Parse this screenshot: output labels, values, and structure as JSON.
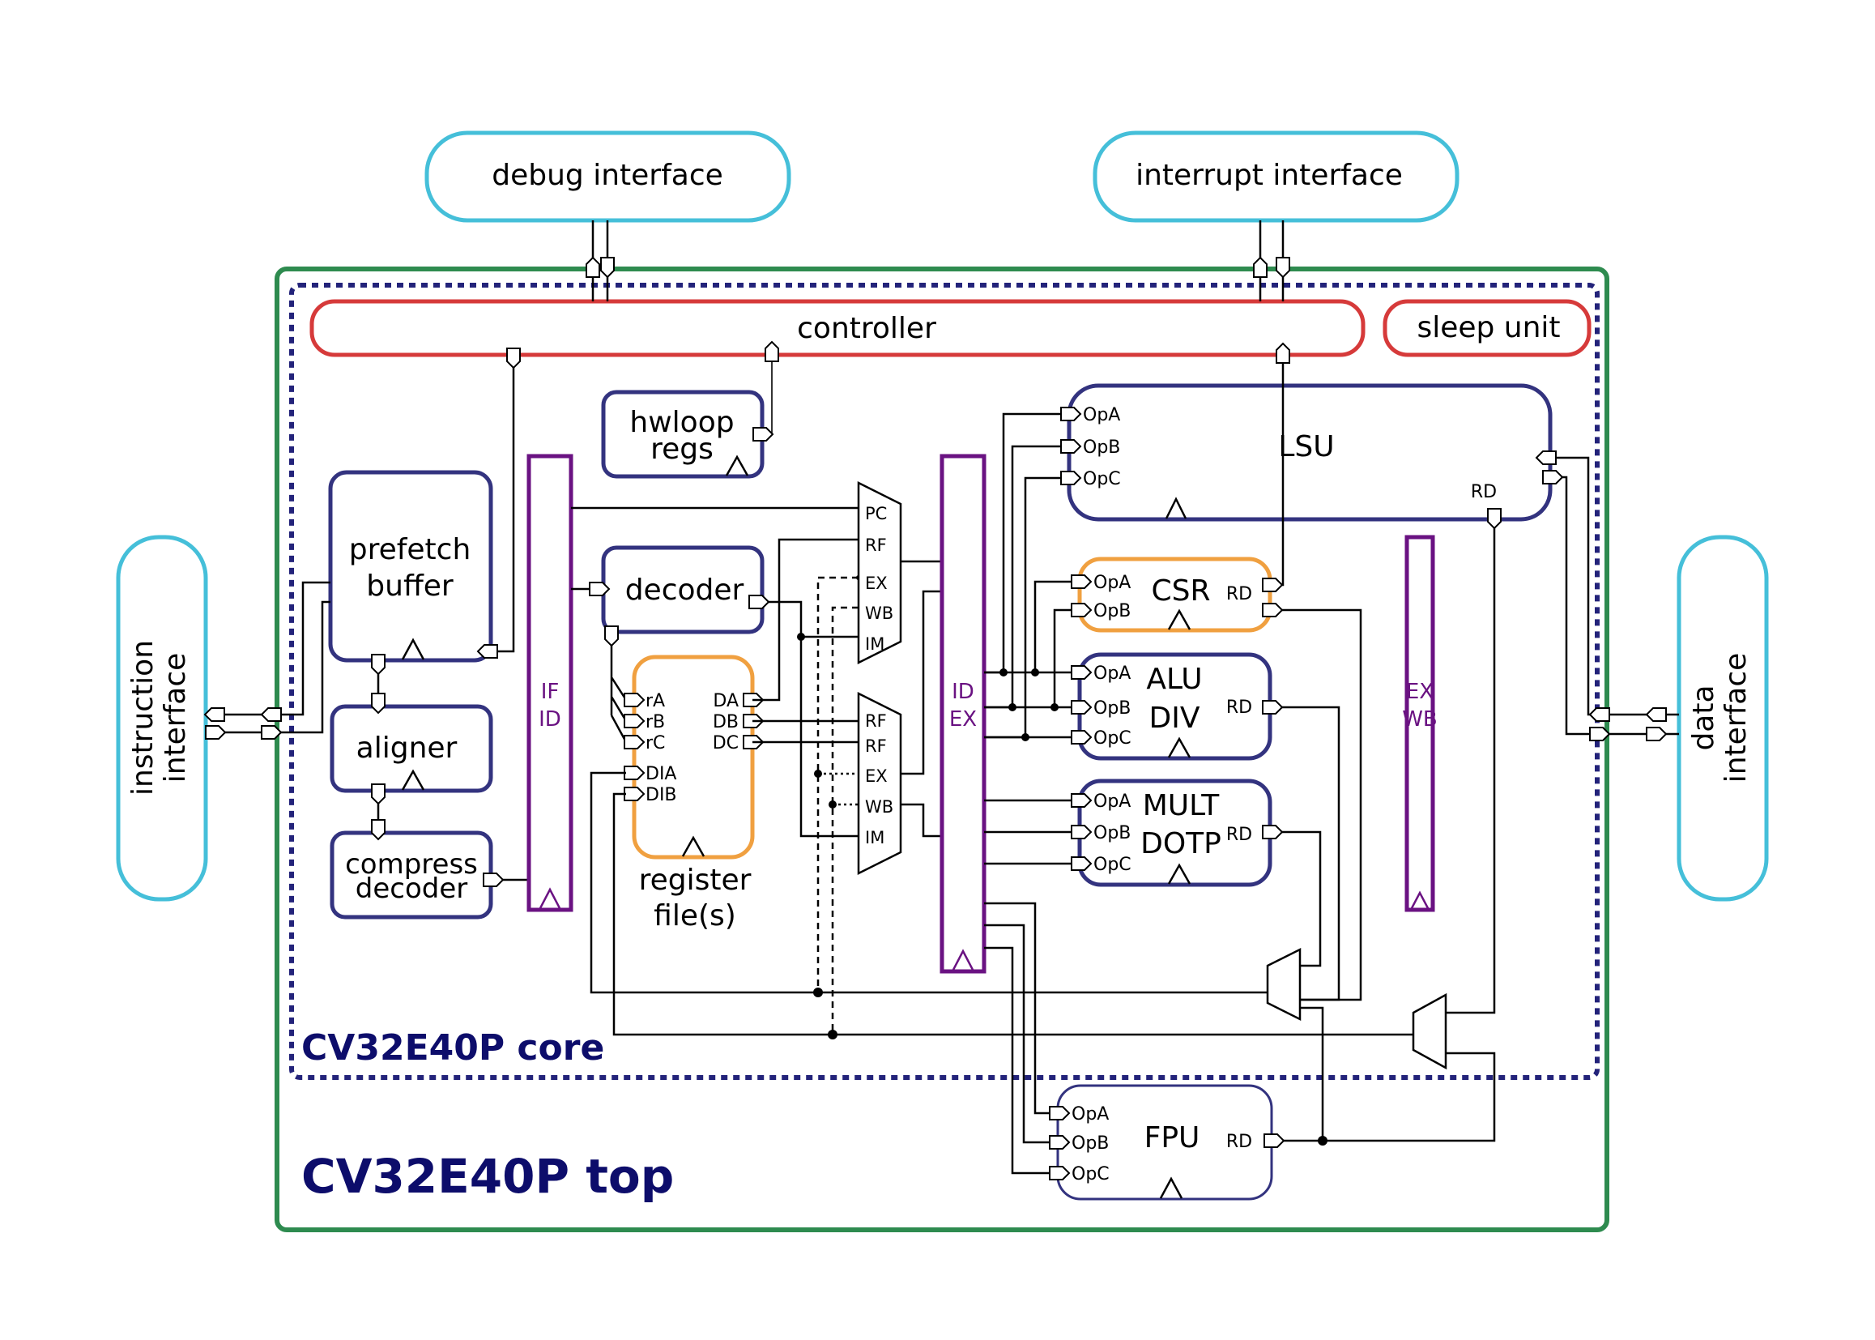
{
  "diagram": {
    "title_top": "CV32E40P top",
    "title_core": "CV32E40P core",
    "colors": {
      "interface": "#45bfd9",
      "top_border": "#2e8b4f",
      "core_border": "#23237a",
      "controller": "#d63a3a",
      "block": "#33337f",
      "register_file": "#f0a040",
      "pipeline_register": "#6a1282",
      "title": "#0d0d6b"
    },
    "interfaces": {
      "debug": "debug interface",
      "interrupt": "interrupt interface",
      "instruction": [
        "instruction",
        "interface"
      ],
      "data": [
        "data",
        "interface"
      ]
    },
    "units": {
      "controller": "controller",
      "sleep_unit": "sleep unit",
      "hwloop": [
        "hwloop",
        "regs"
      ],
      "prefetch": [
        "prefetch",
        "buffer"
      ],
      "aligner": "aligner",
      "compress": [
        "compress",
        "decoder"
      ],
      "decoder": "decoder",
      "register_file": [
        "register",
        "file(s)"
      ],
      "lsu": "LSU",
      "csr": "CSR",
      "alu": [
        "ALU",
        "DIV"
      ],
      "mult": [
        "MULT",
        "DOTP"
      ],
      "fpu": "FPU"
    },
    "pipeline_registers": {
      "if_id": [
        "IF",
        "ID"
      ],
      "id_ex": [
        "ID",
        "EX"
      ],
      "ex_wb": [
        "EX",
        "WB"
      ]
    },
    "register_file_ports": {
      "inputs": [
        "rA",
        "rB",
        "rC",
        "DIA",
        "DIB"
      ],
      "outputs": [
        "DA",
        "DB",
        "DC"
      ]
    },
    "operand_mux_a": [
      "PC",
      "RF",
      "EX",
      "WB",
      "IM"
    ],
    "operand_mux_b": [
      "RF",
      "RF",
      "EX",
      "WB",
      "IM"
    ],
    "operand_ports": {
      "a": "OpA",
      "b": "OpB",
      "c": "OpC",
      "result": "RD"
    }
  }
}
